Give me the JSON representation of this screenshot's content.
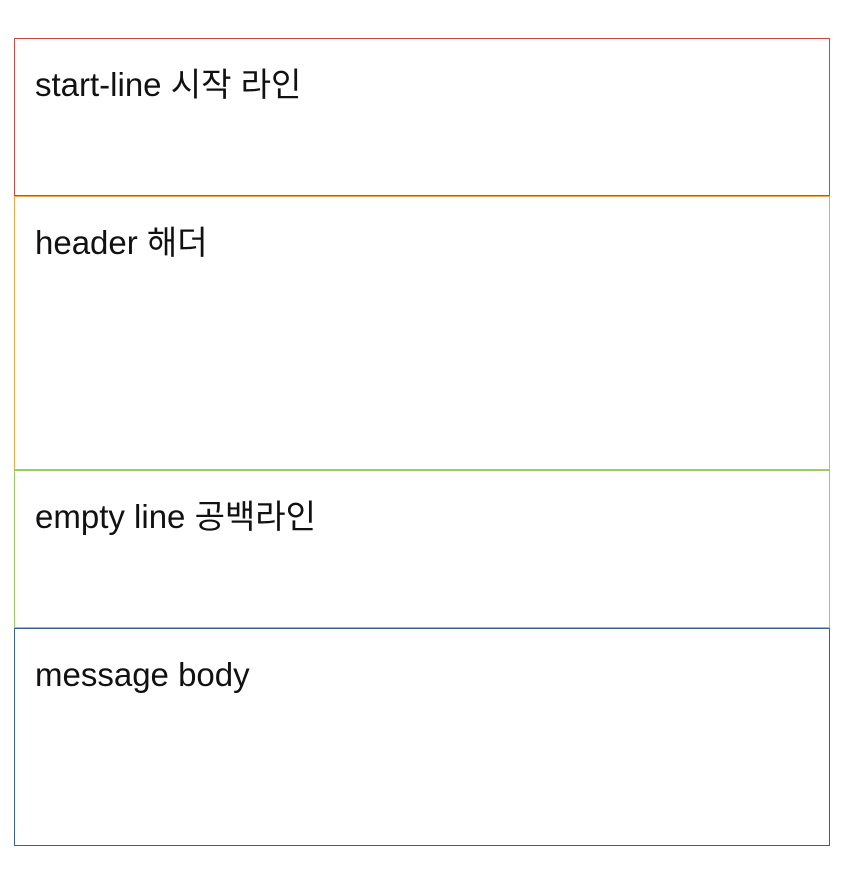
{
  "sections": [
    {
      "label": "start-line 시작 라인",
      "color": "#d0443f"
    },
    {
      "label": "header 해더",
      "color": "#f0a848"
    },
    {
      "label": "empty line 공백라인",
      "color": "#9acb63"
    },
    {
      "label": "message body",
      "color": "#3a5fa0"
    }
  ]
}
